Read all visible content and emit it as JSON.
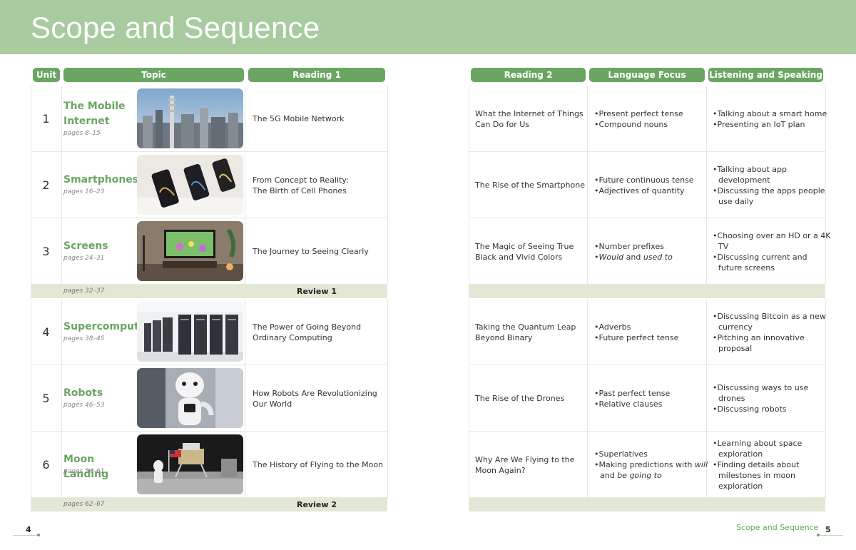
{
  "page_title": "Scope and Sequence",
  "headers": {
    "unit": "Unit",
    "topic": "Topic",
    "reading1": "Reading 1",
    "reading2": "Reading 2",
    "language": "Language Focus",
    "listening": "Listening and Speaking"
  },
  "units": [
    {
      "num": "1",
      "title": "The Mobile Internet",
      "pages": "pages 8–15",
      "photo": "city-skyline-with-cell-tower",
      "reading1": [
        "The 5G Mobile Network"
      ],
      "reading2": [
        "What the Internet of Things",
        "Can Do for Us"
      ],
      "language": [
        [
          "Present perfect tense"
        ],
        [
          "Compound nouns"
        ]
      ],
      "listening": [
        [
          "Talking about a smart home"
        ],
        [
          "Presenting an IoT plan"
        ]
      ]
    },
    {
      "num": "2",
      "title": "Smartphones",
      "pages": "pages 16–23",
      "photo": "smartphones-on-display-stands",
      "reading1": [
        "From Concept to Reality:",
        "The Birth of Cell Phones"
      ],
      "reading2": [
        "The Rise of the Smartphone"
      ],
      "language": [
        [
          "Future continuous tense"
        ],
        [
          "Adjectives of quantity"
        ]
      ],
      "listening": [
        [
          "Talking about app",
          "development"
        ],
        [
          "Discussing the apps people",
          "use daily"
        ]
      ]
    },
    {
      "num": "3",
      "title": "Screens",
      "pages": "pages 24–31",
      "photo": "tv-in-living-room",
      "reading1": [
        "The Journey to Seeing Clearly"
      ],
      "reading2": [
        "The Magic of Seeing True",
        "Black and Vivid Colors"
      ],
      "language": [
        [
          "Number prefixes"
        ],
        [
          "<i>Would</i> and <i>used to</i>"
        ]
      ],
      "listening": [
        [
          "Choosing over an HD or a 4K",
          "TV"
        ],
        [
          "Discussing current and",
          "future screens"
        ]
      ]
    },
    {
      "num": "4",
      "title": "Supercomputers",
      "pages": "pages 38–45",
      "photo": "server-room-racks",
      "reading1": [
        "The Power of Going Beyond",
        "Ordinary Computing"
      ],
      "reading2": [
        "Taking the Quantum Leap",
        "Beyond Binary"
      ],
      "language": [
        [
          "Adverbs"
        ],
        [
          "Future perfect tense"
        ]
      ],
      "listening": [
        [
          "Discussing Bitcoin as a new",
          "currency"
        ],
        [
          "Pitching an innovative",
          "proposal"
        ]
      ]
    },
    {
      "num": "5",
      "title": "Robots",
      "pages": "pages 46–53",
      "photo": "humanoid-robot",
      "reading1": [
        "How Robots Are Revolutionizing",
        "Our World"
      ],
      "reading2": [
        "The Rise of the Drones"
      ],
      "language": [
        [
          "Past perfect tense"
        ],
        [
          "Relative clauses"
        ]
      ],
      "listening": [
        [
          "Discussing ways to use",
          "drones"
        ],
        [
          "Discussing robots"
        ]
      ]
    },
    {
      "num": "6",
      "title": "Moon Landing",
      "pages": "pages 54–61",
      "photo": "astronaut-on-moon",
      "reading1": [
        "The History of Flying to the Moon"
      ],
      "reading2": [
        "Why Are We Flying to the",
        "Moon Again?"
      ],
      "language": [
        [
          "Superlatives"
        ],
        [
          "Making predictions with <i>will</i>",
          "and <i>be going to</i>"
        ]
      ],
      "listening": [
        [
          "Learning about space",
          "exploration"
        ],
        [
          "Finding details about",
          "milestones in moon",
          "exploration"
        ]
      ]
    }
  ],
  "reviews": [
    {
      "pages": "pages 32–37",
      "label": "Review 1"
    },
    {
      "pages": "pages 62–67",
      "label": "Review 2"
    }
  ],
  "footer": {
    "left_page": "4",
    "right_page": "5",
    "right_title": "Scope and Sequence"
  },
  "colors": {
    "banner": "#a9cba0",
    "accent": "#6aa562",
    "review_band": "#e3e8d5"
  }
}
